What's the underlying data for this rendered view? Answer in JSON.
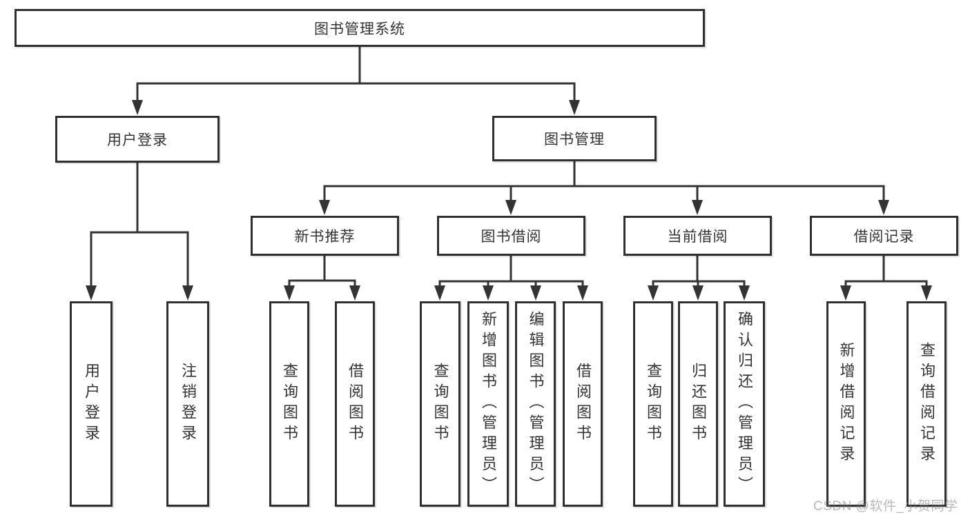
{
  "diagram": {
    "root": {
      "label": "图书管理系统"
    },
    "level2": {
      "user_login": {
        "label": "用户登录"
      },
      "book_management": {
        "label": "图书管理"
      }
    },
    "level3": {
      "new_book_recommend": {
        "label": "新书推荐"
      },
      "book_borrowing": {
        "label": "图书借阅"
      },
      "current_borrowing": {
        "label": "当前借阅"
      },
      "borrowing_records": {
        "label": "借阅记录"
      }
    },
    "leaves": {
      "user_login": {
        "label": "用户登录"
      },
      "logout_login": {
        "label": "注销登录"
      },
      "recommend_query_books": {
        "label": "查询图书"
      },
      "recommend_borrow_books": {
        "label": "借阅图书"
      },
      "borrowing_query_books": {
        "label": "查询图书"
      },
      "borrowing_add_books": {
        "label": "新增图书（管理员）"
      },
      "borrowing_edit_books": {
        "label": "编辑图书（管理员）"
      },
      "borrowing_borrow_books": {
        "label": "借阅图书"
      },
      "current_query_books": {
        "label": "查询图书"
      },
      "current_return_books": {
        "label": "归还图书"
      },
      "current_confirm_return": {
        "label": "确认归还（管理员）"
      },
      "records_add_record": {
        "label": "新增借阅记录"
      },
      "records_query_record": {
        "label": "查询借阅记录"
      }
    }
  },
  "watermark": {
    "text": "CSDN @软件_小贺同学"
  },
  "colors": {
    "line": "#333333",
    "box_border": "#2f2f2f",
    "box_bg": "#ffffff",
    "text": "#333333",
    "background": "#ffffff"
  }
}
